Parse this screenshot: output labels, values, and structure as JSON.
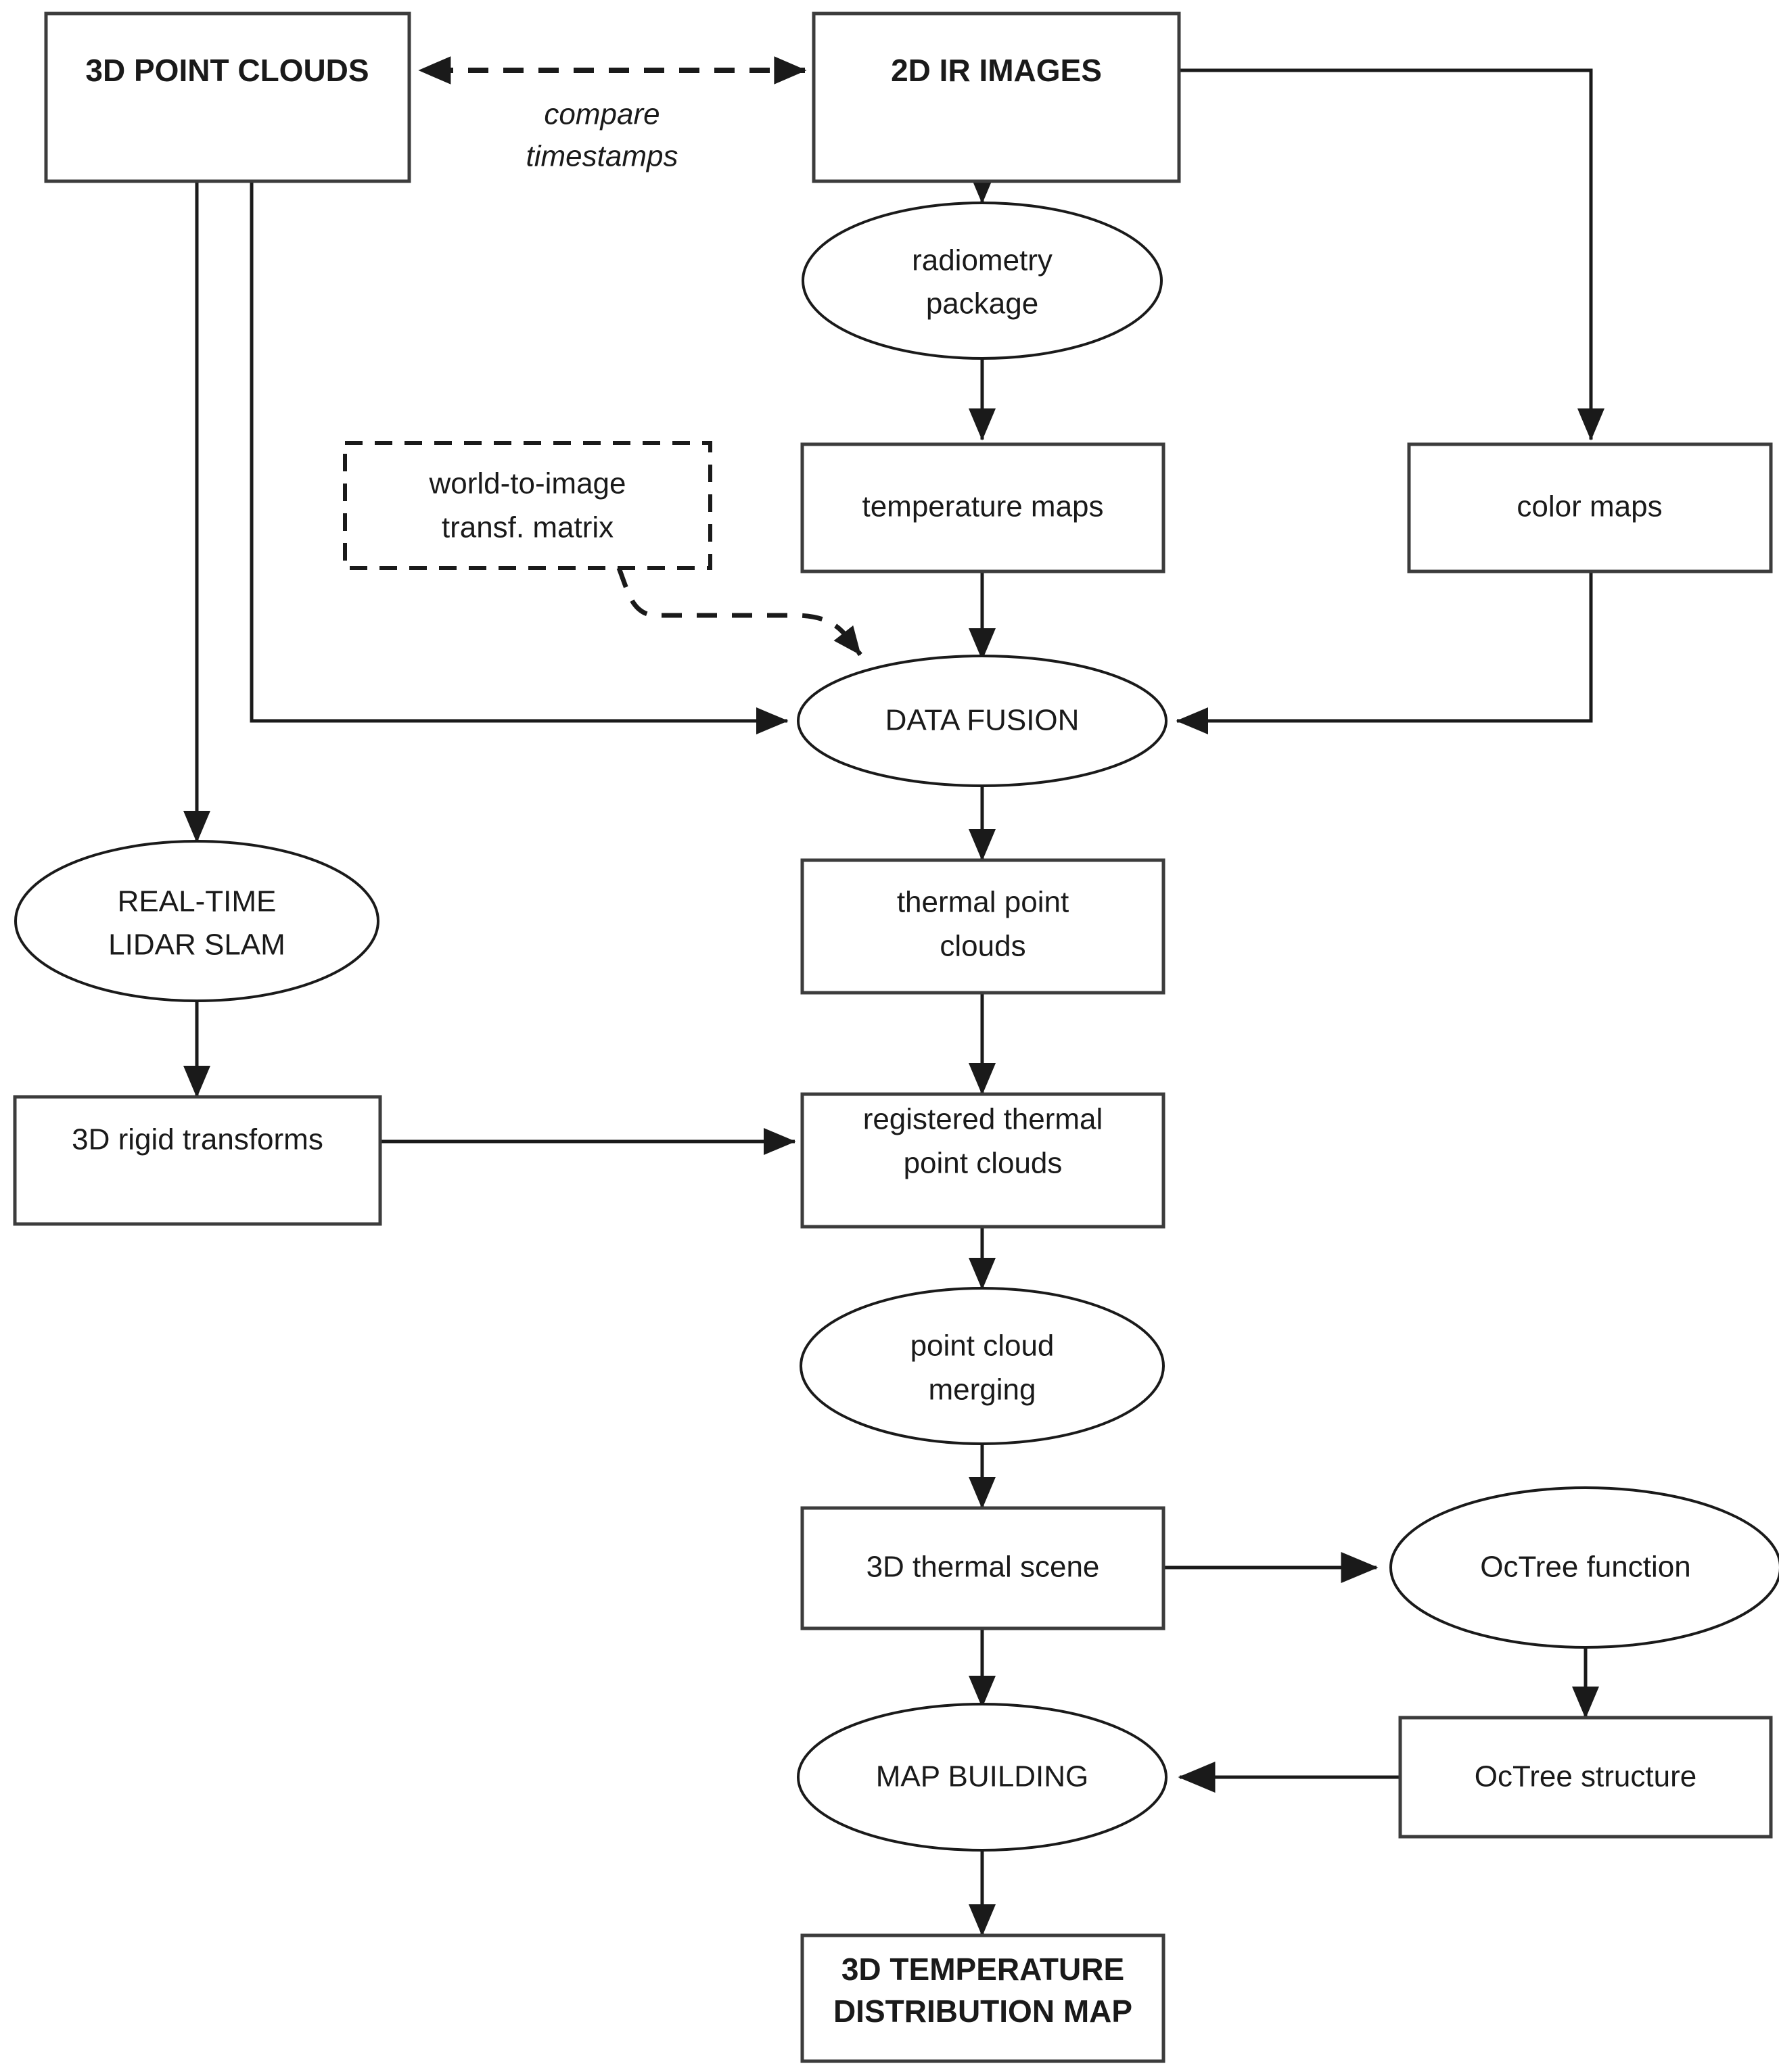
{
  "diagram": {
    "title": "3D thermal mapping pipeline flowchart",
    "colors": {
      "stroke": "#1a1a1a",
      "box_stroke": "#3c3c3c",
      "background": "#ffffff"
    },
    "nodes": [
      {
        "id": "point_clouds",
        "shape": "rect",
        "label_line1": "3D POINT CLOUDS",
        "label_line2": "",
        "emphasis": "bold"
      },
      {
        "id": "ir_images",
        "shape": "rect",
        "label_line1": "2D IR IMAGES",
        "label_line2": "",
        "emphasis": "bold"
      },
      {
        "id": "radiometry",
        "shape": "ellipse",
        "label_line1": "radiometry",
        "label_line2": "package",
        "emphasis": "normal"
      },
      {
        "id": "world_to_image",
        "shape": "rect-dashed",
        "label_line1": "world-to-image",
        "label_line2": "transf. matrix",
        "emphasis": "normal"
      },
      {
        "id": "temperature_maps",
        "shape": "rect",
        "label_line1": "temperature maps",
        "label_line2": "",
        "emphasis": "normal"
      },
      {
        "id": "color_maps",
        "shape": "rect",
        "label_line1": "color maps",
        "label_line2": "",
        "emphasis": "normal"
      },
      {
        "id": "data_fusion",
        "shape": "ellipse",
        "label_line1": "DATA FUSION",
        "label_line2": "",
        "emphasis": "normal"
      },
      {
        "id": "lidar_slam",
        "shape": "ellipse",
        "label_line1": "REAL-TIME",
        "label_line2": "LIDAR SLAM",
        "emphasis": "normal"
      },
      {
        "id": "thermal_point_clouds",
        "shape": "rect",
        "label_line1": "thermal point",
        "label_line2": "clouds",
        "emphasis": "normal"
      },
      {
        "id": "rigid_transforms",
        "shape": "rect",
        "label_line1": "3D rigid transforms",
        "label_line2": "",
        "emphasis": "normal"
      },
      {
        "id": "registered_clouds",
        "shape": "rect",
        "label_line1": "registered thermal",
        "label_line2": "point clouds",
        "emphasis": "normal"
      },
      {
        "id": "pc_merging",
        "shape": "ellipse",
        "label_line1": "point cloud",
        "label_line2": "merging",
        "emphasis": "normal"
      },
      {
        "id": "thermal_scene",
        "shape": "rect",
        "label_line1": "3D thermal scene",
        "label_line2": "",
        "emphasis": "normal"
      },
      {
        "id": "octree_function",
        "shape": "ellipse",
        "label_line1": "OcTree function",
        "label_line2": "",
        "emphasis": "normal"
      },
      {
        "id": "map_building",
        "shape": "ellipse",
        "label_line1": "MAP BUILDING",
        "label_line2": "",
        "emphasis": "normal"
      },
      {
        "id": "octree_structure",
        "shape": "rect",
        "label_line1": "OcTree structure",
        "label_line2": "",
        "emphasis": "normal"
      },
      {
        "id": "temperature_map",
        "shape": "rect",
        "label_line1": "3D TEMPERATURE",
        "label_line2": "DISTRIBUTION MAP",
        "emphasis": "bold"
      }
    ],
    "edge_labels": [
      {
        "id": "compare_timestamps",
        "line1": "compare",
        "line2": "timestamps",
        "style": "italic"
      }
    ],
    "edges": [
      {
        "from": "ir_images",
        "to": "point_clouds",
        "style": "dashed",
        "arrows": "both"
      },
      {
        "from": "ir_images",
        "to": "radiometry",
        "style": "solid",
        "arrows": "end"
      },
      {
        "from": "ir_images",
        "to": "color_maps",
        "style": "solid",
        "arrows": "end"
      },
      {
        "from": "radiometry",
        "to": "temperature_maps",
        "style": "solid",
        "arrows": "end"
      },
      {
        "from": "temperature_maps",
        "to": "data_fusion",
        "style": "solid",
        "arrows": "end"
      },
      {
        "from": "color_maps",
        "to": "data_fusion",
        "style": "solid",
        "arrows": "end"
      },
      {
        "from": "world_to_image",
        "to": "data_fusion",
        "style": "dashed",
        "arrows": "end"
      },
      {
        "from": "point_clouds",
        "to": "data_fusion",
        "style": "solid",
        "arrows": "end"
      },
      {
        "from": "point_clouds",
        "to": "lidar_slam",
        "style": "solid",
        "arrows": "end"
      },
      {
        "from": "lidar_slam",
        "to": "rigid_transforms",
        "style": "solid",
        "arrows": "end"
      },
      {
        "from": "data_fusion",
        "to": "thermal_point_clouds",
        "style": "solid",
        "arrows": "end"
      },
      {
        "from": "thermal_point_clouds",
        "to": "registered_clouds",
        "style": "solid",
        "arrows": "end"
      },
      {
        "from": "rigid_transforms",
        "to": "registered_clouds",
        "style": "solid",
        "arrows": "end"
      },
      {
        "from": "registered_clouds",
        "to": "pc_merging",
        "style": "solid",
        "arrows": "end"
      },
      {
        "from": "pc_merging",
        "to": "thermal_scene",
        "style": "solid",
        "arrows": "end"
      },
      {
        "from": "thermal_scene",
        "to": "octree_function",
        "style": "solid",
        "arrows": "end"
      },
      {
        "from": "thermal_scene",
        "to": "map_building",
        "style": "solid",
        "arrows": "end"
      },
      {
        "from": "octree_function",
        "to": "octree_structure",
        "style": "solid",
        "arrows": "end"
      },
      {
        "from": "octree_structure",
        "to": "map_building",
        "style": "solid",
        "arrows": "end"
      },
      {
        "from": "map_building",
        "to": "temperature_map",
        "style": "solid",
        "arrows": "end"
      }
    ]
  }
}
